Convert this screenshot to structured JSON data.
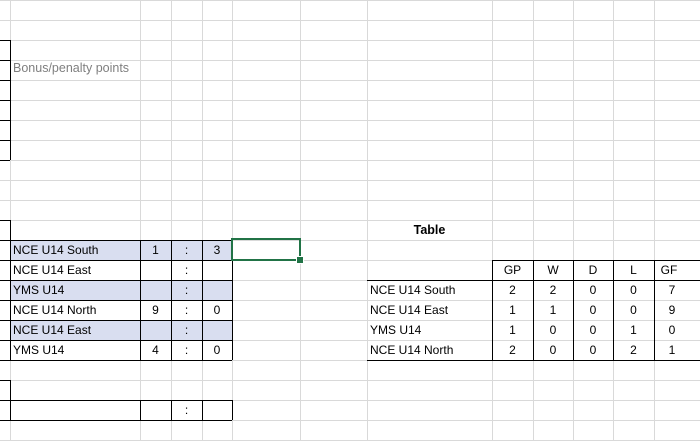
{
  "sheet": {
    "bonus_label": "Bonus/penalty points",
    "matches": [
      {
        "team": "NCE U14 South",
        "score_a": "1",
        "sep": ":",
        "score_b": "3"
      },
      {
        "team": "NCE U14 East",
        "score_a": "",
        "sep": ":",
        "score_b": ""
      },
      {
        "team": "YMS U14",
        "score_a": "",
        "sep": ":",
        "score_b": ""
      },
      {
        "team": "NCE U14 North",
        "score_a": "9",
        "sep": ":",
        "score_b": "0"
      },
      {
        "team": "NCE U14 East",
        "score_a": "",
        "sep": ":",
        "score_b": ""
      },
      {
        "team": "YMS U14",
        "score_a": "4",
        "sep": ":",
        "score_b": "0"
      }
    ],
    "empty_row_sep": ":",
    "table": {
      "title": "Table",
      "headers": [
        "GP",
        "W",
        "D",
        "L",
        "GF"
      ],
      "rows": [
        {
          "team": "NCE U14 South",
          "values": [
            "2",
            "2",
            "0",
            "0",
            "7"
          ]
        },
        {
          "team": "NCE U14 East",
          "values": [
            "1",
            "1",
            "0",
            "0",
            "9"
          ]
        },
        {
          "team": "YMS U14",
          "values": [
            "1",
            "0",
            "0",
            "1",
            "0"
          ]
        },
        {
          "team": "NCE U14 North",
          "values": [
            "2",
            "0",
            "0",
            "2",
            "1"
          ]
        }
      ]
    }
  },
  "colors": {
    "gridline": "#d9d9d9",
    "highlight_fill": "#d9def0",
    "border": "#000000",
    "selection": "#217346"
  }
}
